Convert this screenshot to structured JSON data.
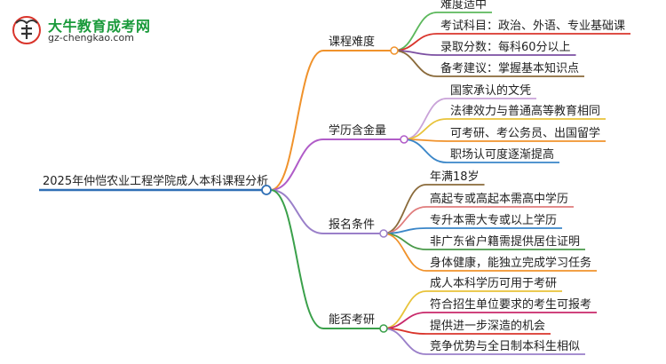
{
  "logo": {
    "title": "大牛教育成考网",
    "url": "gz-chengkao.com"
  },
  "root": {
    "label": "2025年仲恺农业工程学院成人本科课程分析",
    "color": "#2f6fb5"
  },
  "branches": [
    {
      "label": "课程难度",
      "color": "#f0922b",
      "children": [
        {
          "label": "难度适中",
          "color": "#5cb85c"
        },
        {
          "label": "考试科目：政治、外语、专业基础课",
          "color": "#d9342b"
        },
        {
          "label": "录取分数：每科60分以上",
          "color": "#7b4fa2"
        },
        {
          "label": "备考建议：掌握基本知识点",
          "color": "#8a6a3a"
        }
      ]
    },
    {
      "label": "学历含金量",
      "color": "#b05cc8",
      "children": [
        {
          "label": "国家承认的文凭",
          "color": "#c9a2d8"
        },
        {
          "label": "法律效力与普通高等教育相同",
          "color": "#e8c33a"
        },
        {
          "label": "可考研、考公务员、出国留学",
          "color": "#f0922b"
        },
        {
          "label": "职场认可度逐渐提高",
          "color": "#3a86c8"
        }
      ]
    },
    {
      "label": "报名条件",
      "color": "#9a7fc9",
      "children": [
        {
          "label": "年满18岁",
          "color": "#8a6a3a"
        },
        {
          "label": "高起专或高起本需高中学历",
          "color": "#e07b7b"
        },
        {
          "label": "专升本需大专或以上学历",
          "color": "#3a86c8"
        },
        {
          "label": "非广东省户籍需提供居住证明",
          "color": "#4a9a4a"
        },
        {
          "label": "身体健康，能独立完成学习任务",
          "color": "#f0922b"
        }
      ]
    },
    {
      "label": "能否考研",
      "color": "#3aa04a",
      "children": [
        {
          "label": "成人本科学历可用于考研",
          "color": "#e8c33a"
        },
        {
          "label": "符合招生单位要求的考生可报考",
          "color": "#c8286a"
        },
        {
          "label": "提供进一步深造的机会",
          "color": "#d9342b"
        },
        {
          "label": "竞争优势与全日制本科生相似",
          "color": "#9a7fc9"
        }
      ]
    }
  ]
}
